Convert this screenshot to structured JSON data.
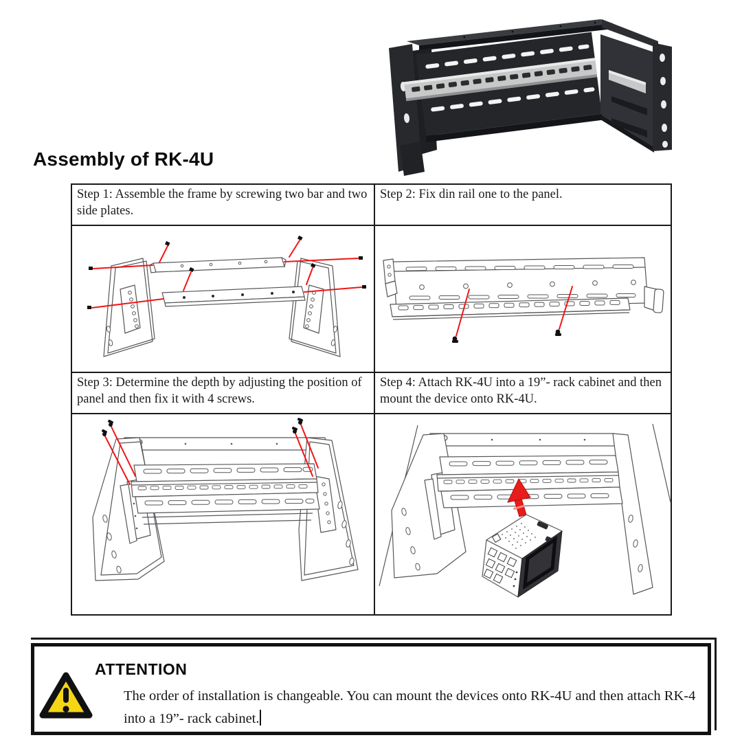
{
  "page": {
    "title": "Assembly of RK-4U"
  },
  "table": {
    "steps": [
      {
        "id": "step-1",
        "label": "Step 1: Assemble the frame by screwing two bar and two side plates."
      },
      {
        "id": "step-2",
        "label": "Step 2: Fix din rail one to the panel."
      },
      {
        "id": "step-3",
        "label": "Step 3: Determine the depth by adjusting the position of panel and then fix it with 4 screws."
      },
      {
        "id": "step-4",
        "label": "Step 4: Attach RK-4U into a 19”- rack cabinet and then mount the device onto RK-4U."
      }
    ]
  },
  "attention": {
    "heading": "ATTENTION",
    "body": "The order of installation is changeable. You can mount the devices onto RK-4U and then attach RK-4 into a 19”- rack cabinet."
  },
  "colors": {
    "screw_line_red": "#f21414",
    "arrow_red": "#e81c1c",
    "warning_yellow": "#f5d616",
    "rail_silver": "#c7c9c8",
    "ink": "#111113"
  }
}
